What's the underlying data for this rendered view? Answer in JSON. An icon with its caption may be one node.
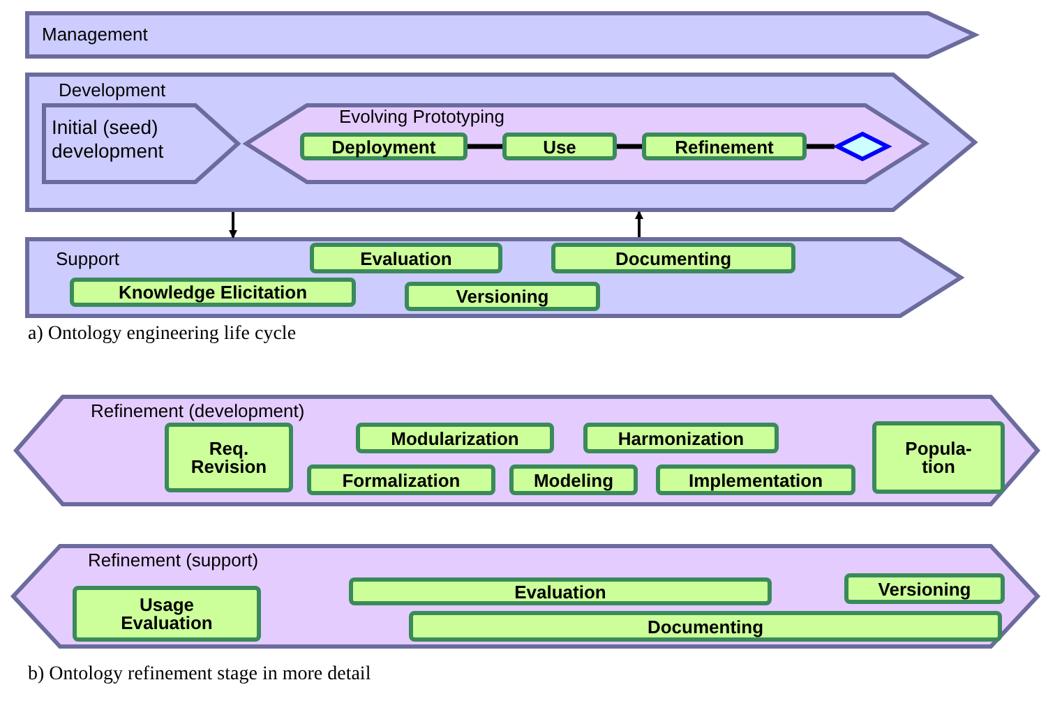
{
  "diagram": {
    "nodes": [
      {
        "text": [
          "Management"
        ]
      },
      {
        "text": [
          "Development"
        ]
      },
      {
        "text": [
          "Initial (seed) development"
        ],
        "in": 1
      },
      {
        "text": [
          "Evolving Prototyping"
        ],
        "in": 1
      },
      {
        "text": [
          "Deployment"
        ],
        "in": 3
      },
      {
        "text": [
          "Use"
        ],
        "in": 3
      },
      {
        "text": [
          "Refinement"
        ],
        "in": 3
      },
      {
        "text": [],
        "shape": "diamond",
        "in": 3
      },
      {
        "text": [
          "Support"
        ]
      },
      {
        "text": [
          "Evaluation"
        ],
        "in": 8
      },
      {
        "text": [
          "Documenting"
        ],
        "in": 8
      },
      {
        "text": [
          "Knowledge Elicitation"
        ],
        "in": 8
      },
      {
        "text": [
          "Versioning"
        ],
        "in": 8
      },
      {
        "text": [
          "Refinement (development)"
        ]
      },
      {
        "text": [
          "Req. Revision"
        ],
        "in": 13
      },
      {
        "text": [
          "Modularization"
        ],
        "in": 13
      },
      {
        "text": [
          "Harmonization"
        ],
        "in": 13
      },
      {
        "text": [
          "Popula- tion"
        ],
        "in": 13
      },
      {
        "text": [
          "Formalization"
        ],
        "in": 13
      },
      {
        "text": [
          "Modeling"
        ],
        "in": 13
      },
      {
        "text": [
          "Implementation"
        ],
        "in": 13
      },
      {
        "text": [
          "Refinement (support)"
        ]
      },
      {
        "text": [
          "Usage Evaluation"
        ],
        "in": 21
      },
      {
        "text": [
          "Evaluation"
        ],
        "in": 21
      },
      {
        "text": [
          "Versioning"
        ],
        "in": 21
      },
      {
        "text": [
          "Documenting"
        ],
        "in": 21
      }
    ],
    "edges": [
      {
        "from": 4,
        "to": 5,
        "arrow": "none"
      },
      {
        "from": 5,
        "to": 6,
        "arrow": "none"
      },
      {
        "from": 6,
        "to": 7,
        "arrow": "none"
      },
      {
        "from": 1,
        "to": 8,
        "arrow": "to"
      },
      {
        "from": 8,
        "to": 1,
        "arrow": "to"
      }
    ],
    "labels": [
      "a) Ontology engineering life cycle",
      "b) Ontology refinement stage in more detail"
    ]
  }
}
